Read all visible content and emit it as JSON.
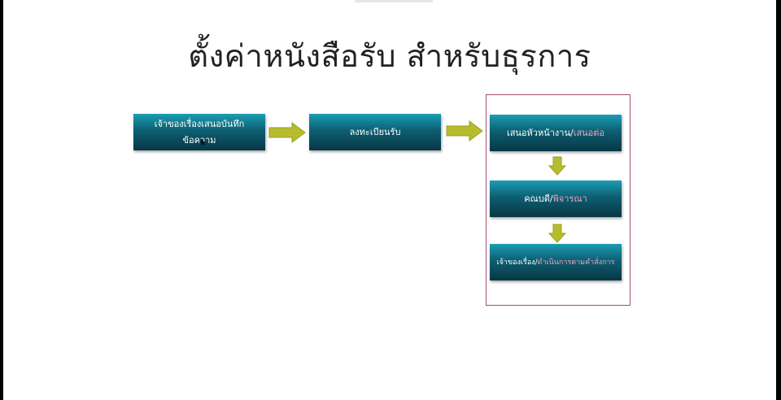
{
  "title": "ตั้งค่าหนังสือรับ สำหรับธุรการ",
  "colors": {
    "box_gradient": [
      "#1c9db4",
      "#0d5f72",
      "#073745"
    ],
    "box_text": "#ffffff",
    "highlight_text": "#f2a1bf",
    "arrow_fill": "#b7bc2e",
    "frame_border": "#a24d75"
  },
  "flow": {
    "step1": {
      "line1": "เจ้าของเรื่องเสนอบันทึก",
      "line2": "ข้อความ"
    },
    "step2": {
      "text": "ลงทะเบียนรับ"
    },
    "step3": {
      "text": "เสนอหัวหน้างาน/",
      "highlight": "เสนอต่อ"
    },
    "step4": {
      "text": "คณบดี/",
      "highlight": "พิจารณา"
    },
    "step5": {
      "text": "เจ้าของเรื่อง/",
      "highlight": "ดำเนินการตามคำสั่งการ"
    }
  }
}
